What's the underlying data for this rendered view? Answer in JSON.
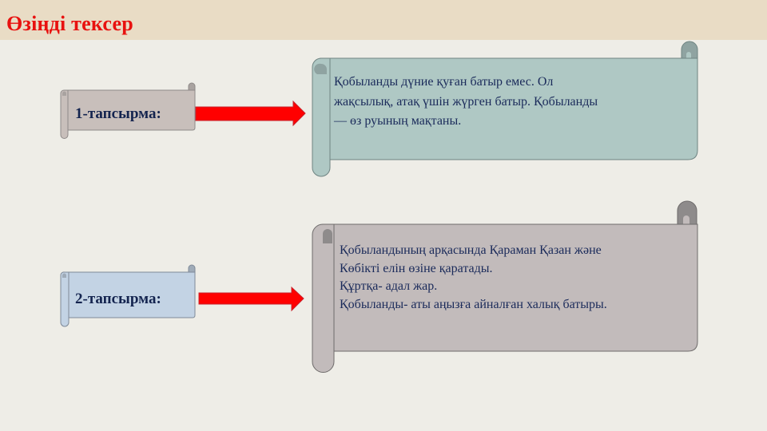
{
  "header": {
    "title": "Өзіңді тексер",
    "title_color": "#E8110F",
    "background": "#E9DCC5"
  },
  "tasks": [
    {
      "label": "1-тапсырма:",
      "label_scroll_color": "#C8BFBB",
      "arrow_color": "#FF0000",
      "answer_scroll_color": "#AFC8C4",
      "answer_lines": [
        "Қобыланды дүние қуған батыр емес. Ол",
        "жақсылық, атақ үшін жүрген батыр. Қобыланды",
        "— өз руының мақтаны."
      ]
    },
    {
      "label": "2-тапсырма:",
      "label_scroll_color": "#C3D3E4",
      "arrow_color": "#FF0000",
      "answer_scroll_color": "#C2BBBB",
      "answer_lines": [
        "Қобыландының арқасында Қараман Қазан және",
        "Көбікті елін өзіне қаратады.",
        "Құртқа- адал жар.",
        "Қобыланды- аты аңызға айналған халық батыры."
      ]
    }
  ]
}
